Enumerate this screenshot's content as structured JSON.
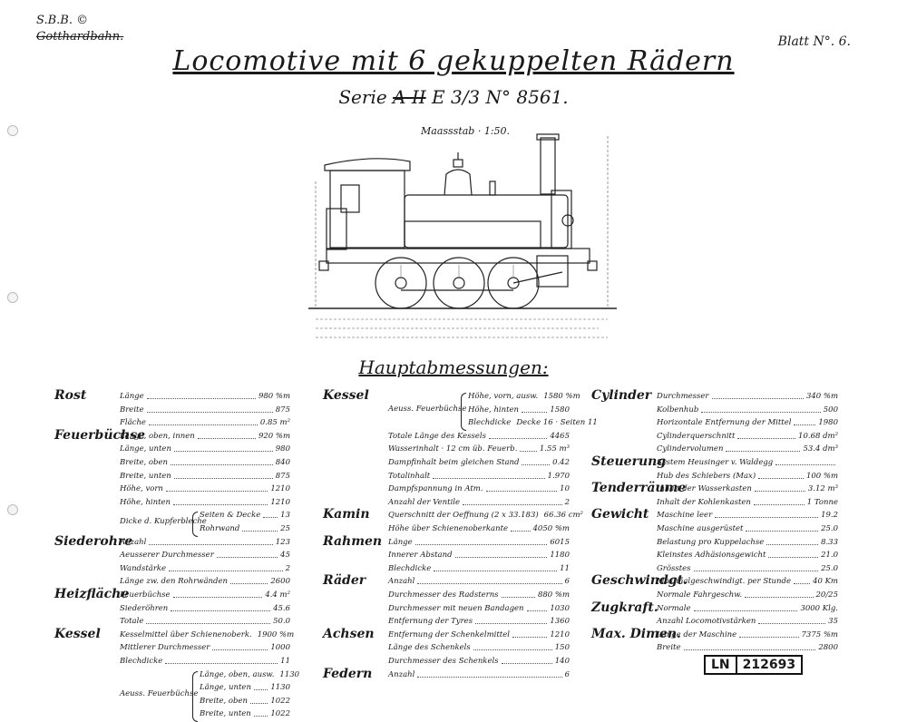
{
  "header": {
    "company": "S.B.B. ©",
    "company_struck": "Gotthardbahn.",
    "sheet": "Blatt N°. 6."
  },
  "title": "Locomotive mit 6 gekuppelten Rädern",
  "series": {
    "prefix": "Serie",
    "struck": "A II",
    "designation": "E 3/3",
    "number": "N° 8561."
  },
  "scale": "Maassstab · 1:50.",
  "section_title": "Hauptabmessungen:",
  "archive_stamp": {
    "prefix": "LN",
    "number": "212693"
  },
  "col1": {
    "groups": [
      {
        "name": "Rost",
        "rows": [
          {
            "label": "Länge",
            "value": "980 %m"
          },
          {
            "label": "Breite",
            "value": "875"
          },
          {
            "label": "Fläche",
            "value": "0.85 m²"
          }
        ]
      },
      {
        "name": "Feuerbüchse",
        "rows": [
          {
            "label": "Länge, oben, innen",
            "value": "920 %m"
          },
          {
            "label": "Länge, unten",
            "value": "980"
          },
          {
            "label": "Breite, oben",
            "value": "840"
          },
          {
            "label": "Breite, unten",
            "value": "875"
          },
          {
            "label": "Höhe, vorn",
            "value": "1210"
          },
          {
            "label": "Höhe, hinten",
            "value": "1210"
          }
        ],
        "sub": {
          "label": "Dicke d. Kupferbleche",
          "items": [
            {
              "label": "Seiten & Decke",
              "value": "13"
            },
            {
              "label": "Rohrwand",
              "value": "25"
            }
          ]
        }
      },
      {
        "name": "Siederohre",
        "rows": [
          {
            "label": "Anzahl",
            "value": "123"
          },
          {
            "label": "Aeusserer Durchmesser",
            "value": "45"
          },
          {
            "label": "Wandstärke",
            "value": "2"
          },
          {
            "label": "Länge zw. den Rohrwänden",
            "value": "2600"
          }
        ]
      },
      {
        "name": "Heizfläche",
        "rows": [
          {
            "label": "Feuerbüchse",
            "value": "4.4 m²"
          },
          {
            "label": "Siederöhren",
            "value": "45.6"
          },
          {
            "label": "Totale",
            "value": "50.0"
          }
        ]
      },
      {
        "name": "Kessel",
        "rows": [
          {
            "label": "Kesselmittel über Schienenoberk.",
            "value": "1900 %m"
          },
          {
            "label": "Mittlerer Durchmesser",
            "value": "1000"
          },
          {
            "label": "Blechdicke",
            "value": "11"
          }
        ],
        "sub": {
          "label": "Aeuss. Feuerbüchse",
          "items": [
            {
              "label": "Länge, oben, ausw.",
              "value": "1130"
            },
            {
              "label": "Länge, unten",
              "value": "1130"
            },
            {
              "label": "Breite, oben",
              "value": "1022"
            },
            {
              "label": "Breite, unten",
              "value": "1022"
            }
          ]
        }
      }
    ]
  },
  "col2": {
    "groups": [
      {
        "name": "Kessel",
        "sub": {
          "label": "Aeuss. Feuerbüchse",
          "items": [
            {
              "label": "Höhe, vorn, ausw.",
              "value": "1580 %m"
            },
            {
              "label": "Höhe, hinten",
              "value": "1580"
            },
            {
              "label": "Blechdicke",
              "value": "Decke 16 · Seiten 11"
            }
          ]
        },
        "rows": [
          {
            "label": "Totale Länge des Kessels",
            "value": "4465"
          },
          {
            "label": "Wasserinhalt · 12 cm üb. Feuerb.",
            "value": "1.55 m³"
          },
          {
            "label": "Dampfinhalt beim gleichen Stand",
            "value": "0.42"
          },
          {
            "label": "Totalinhalt",
            "value": "1.970"
          },
          {
            "label": "Dampfspannung in Atm.",
            "value": "10"
          },
          {
            "label": "Anzahl der Ventile",
            "value": "2"
          }
        ]
      },
      {
        "name": "Kamin",
        "rows": [
          {
            "label": "Querschnitt der Oeffnung (2 x 33.183)",
            "value": "66.36 cm²"
          },
          {
            "label": "Höhe über Schienenoberkante",
            "value": "4050 %m"
          }
        ]
      },
      {
        "name": "Rahmen",
        "rows": [
          {
            "label": "Länge",
            "value": "6015"
          },
          {
            "label": "Innerer Abstand",
            "value": "1180"
          },
          {
            "label": "Blechdicke",
            "value": "11"
          }
        ]
      },
      {
        "name": "Räder",
        "rows": [
          {
            "label": "Anzahl",
            "value": "6"
          },
          {
            "label": "Durchmesser des Radsterns",
            "value": "880 %m"
          },
          {
            "label": "Durchmesser mit neuen Bandagen",
            "value": "1030"
          },
          {
            "label": "Entfernung der Tyres",
            "value": "1360"
          }
        ]
      },
      {
        "name": "Achsen",
        "rows": [
          {
            "label": "Entfernung der Schenkelmittel",
            "value": "1210"
          },
          {
            "label": "Länge des Schenkels",
            "value": "150"
          },
          {
            "label": "Durchmesser des Schenkels",
            "value": "140"
          }
        ]
      },
      {
        "name": "Federn",
        "rows": [
          {
            "label": "Anzahl",
            "value": "6"
          }
        ]
      }
    ]
  },
  "col3": {
    "groups": [
      {
        "name": "Cylinder",
        "rows": [
          {
            "label": "Durchmesser",
            "value": "340 %m"
          },
          {
            "label": "Kolbenhub",
            "value": "500"
          },
          {
            "label": "Horizontale Entfernung der Mittel",
            "value": "1980"
          },
          {
            "label": "Cylinderquerschnitt",
            "value": "10.68 dm²"
          },
          {
            "label": "Cylindervolumen",
            "value": "53.4 dm³"
          }
        ]
      },
      {
        "name": "Steuerung",
        "rows": [
          {
            "label": "System Heusinger v. Waldegg",
            "value": ""
          },
          {
            "label": "Hub des Schiebers (Max)",
            "value": "100 %m"
          }
        ]
      },
      {
        "name": "Tenderräume",
        "rows": [
          {
            "label": "Inhalt der Wasserkasten",
            "value": "3.12 m³"
          },
          {
            "label": "Inhalt der Kohlenkasten",
            "value": "1 Tonne"
          }
        ]
      },
      {
        "name": "Gewicht",
        "rows": [
          {
            "label": "Maschine leer",
            "value": "19.2"
          },
          {
            "label": "Maschine ausgerüstet",
            "value": "25.0"
          },
          {
            "label": "Belastung pro Kuppelachse",
            "value": "8.33"
          },
          {
            "label": "Kleinstes Adhäsionsgewicht",
            "value": "21.0"
          },
          {
            "label": "Grösstes",
            "value": "25.0"
          }
        ]
      },
      {
        "name": "Geschwindgt.",
        "rows": [
          {
            "label": "Maximalgeschwindigt. per Stunde",
            "value": "40 Km"
          },
          {
            "label": "Normale Fahrgeschw.",
            "value": "20/25"
          }
        ]
      },
      {
        "name": "Zugkraft.",
        "rows": [
          {
            "label": "Normale",
            "value": "3000 Klg."
          },
          {
            "label": "Anzahl Locomotivstärken",
            "value": "35"
          }
        ]
      },
      {
        "name": "Max. Dimen.",
        "rows": [
          {
            "label": "Länge der Maschine",
            "value": "7375 %m"
          },
          {
            "label": "Breite",
            "value": "2800"
          }
        ]
      }
    ]
  }
}
